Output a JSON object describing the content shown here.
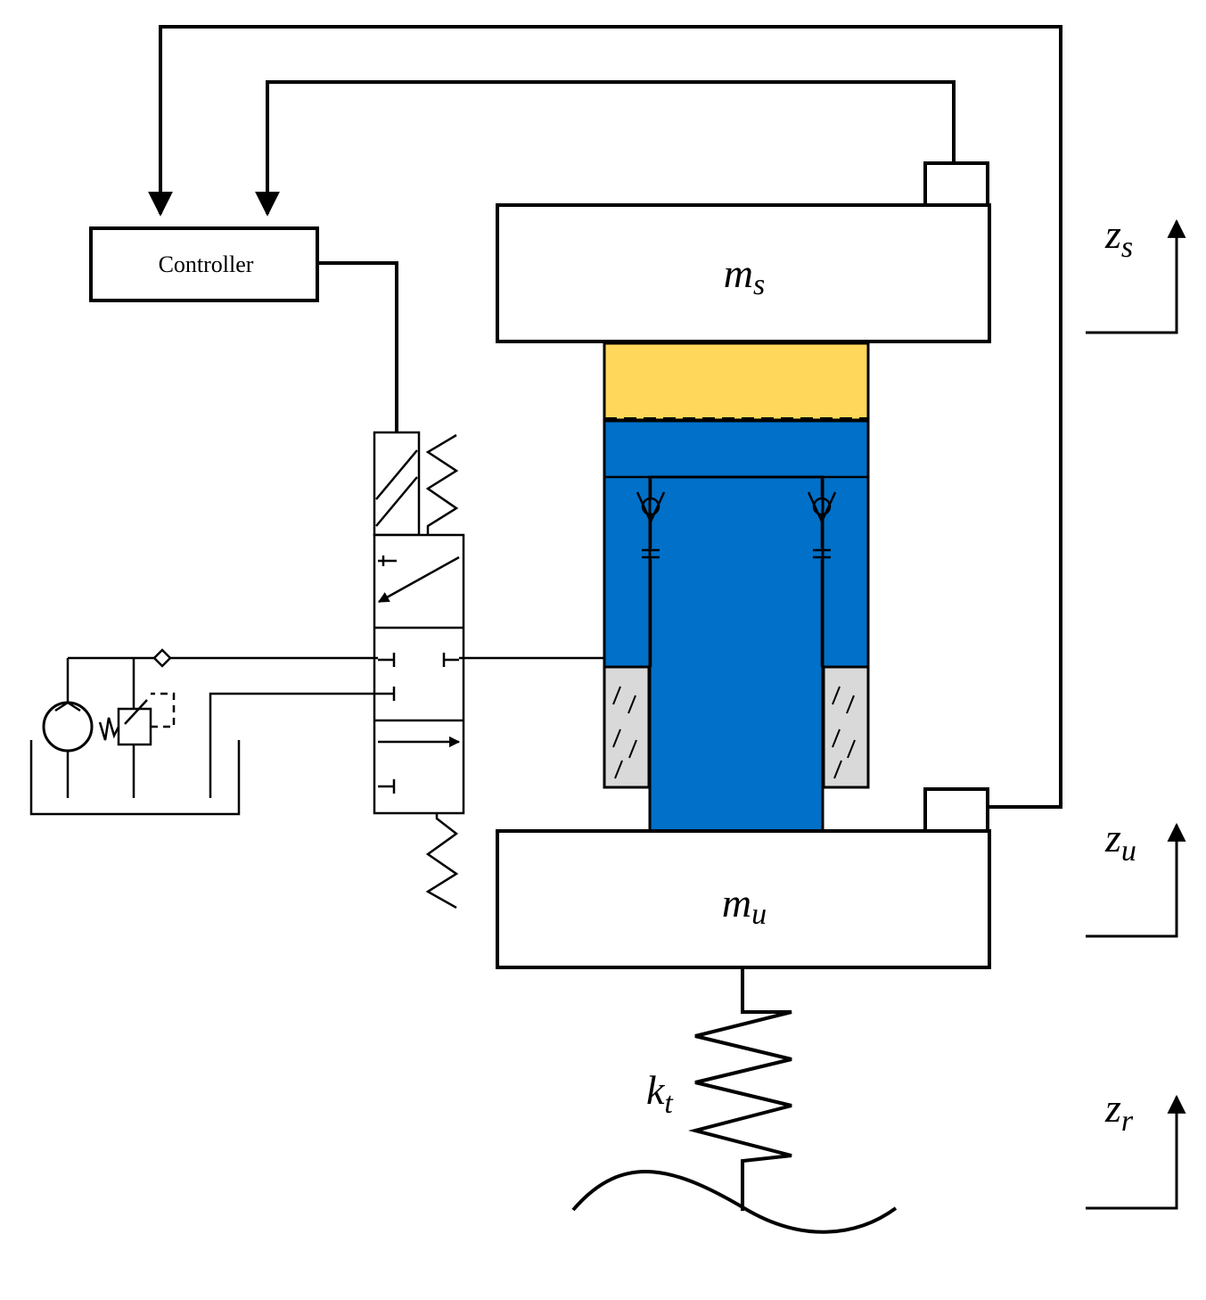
{
  "controller": {
    "label": "Controller"
  },
  "masses": {
    "sprung": {
      "symbol": "m",
      "subscript": "s"
    },
    "unsprung": {
      "symbol": "m",
      "subscript": "u"
    }
  },
  "tire_spring": {
    "symbol": "k",
    "subscript": "t"
  },
  "coordinates": [
    {
      "symbol": "z",
      "subscript": "s"
    },
    {
      "symbol": "z",
      "subscript": "u"
    },
    {
      "symbol": "z",
      "subscript": "r"
    }
  ],
  "colors": {
    "line": "#000000",
    "gas_chamber": "#FFD85B",
    "hydraulic_oil": "#0070C8",
    "seal": "#D9D9D9",
    "background": "#FFFFFF"
  }
}
